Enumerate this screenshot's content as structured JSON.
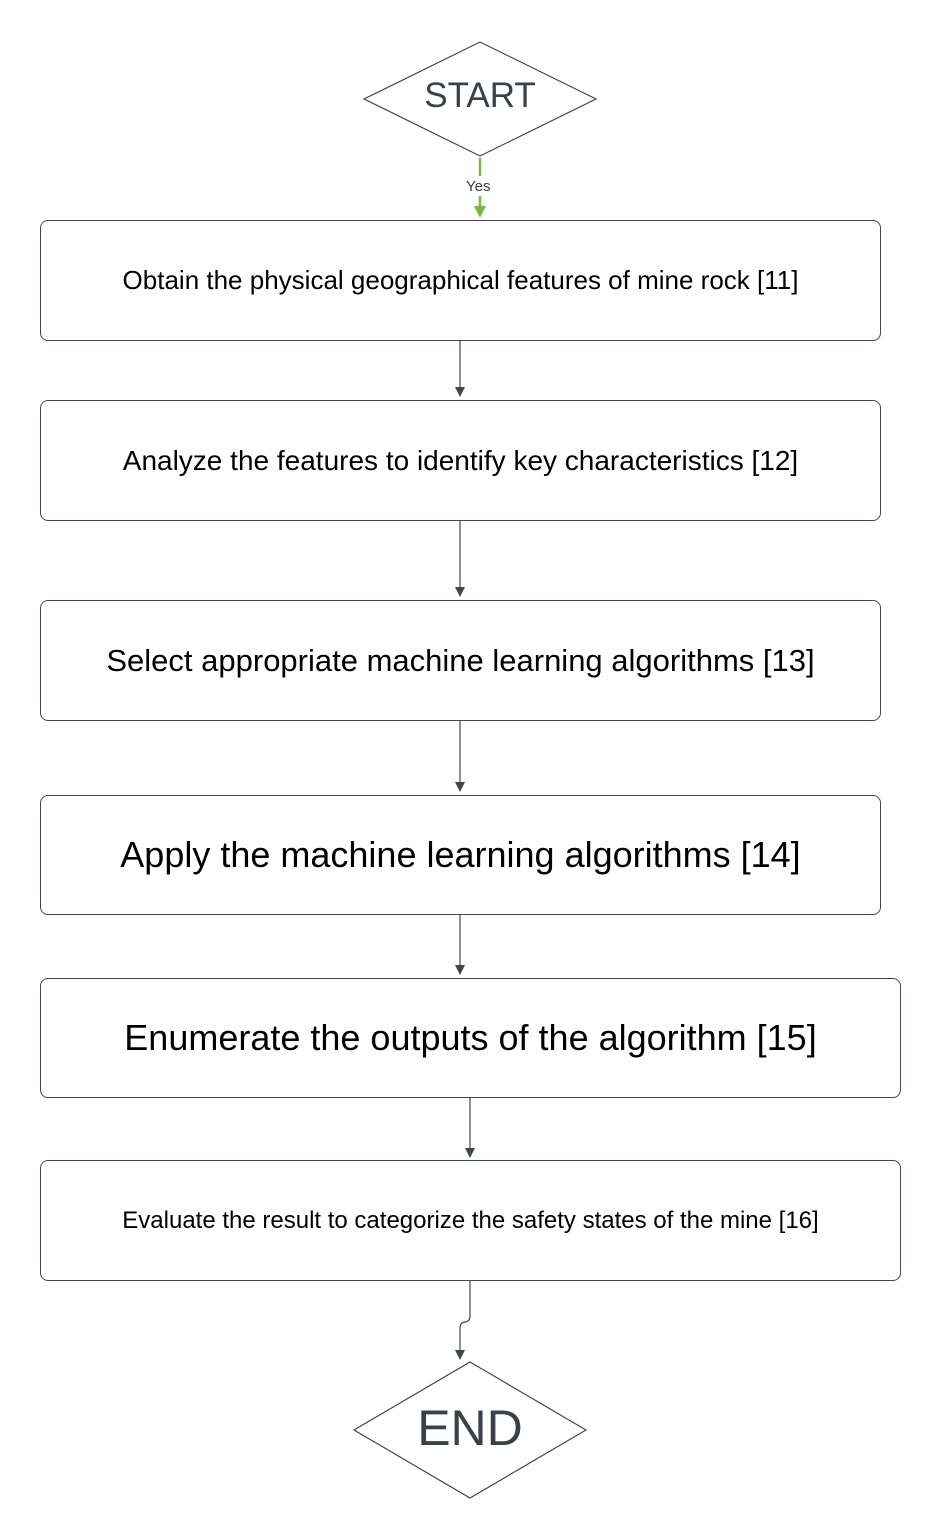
{
  "flowchart": {
    "start": {
      "label": "START"
    },
    "edge_start_label": "Yes",
    "steps": [
      {
        "label": "Obtain the physical geographical features of mine rock [11]"
      },
      {
        "label": "Analyze the features to identify key characteristics [12]"
      },
      {
        "label": "Select appropriate machine learning algorithms [13]"
      },
      {
        "label": "Apply the machine learning algorithms [14]"
      },
      {
        "label": "Enumerate the outputs of the algorithm [15]"
      },
      {
        "label": "Evaluate the result to categorize the safety states of the mine [16]"
      }
    ],
    "end": {
      "label": "END"
    }
  },
  "colors": {
    "stroke": "#3f4652",
    "yes_edge": "#7ab648",
    "text": "#000000",
    "diamond_text": "#3a414c"
  }
}
